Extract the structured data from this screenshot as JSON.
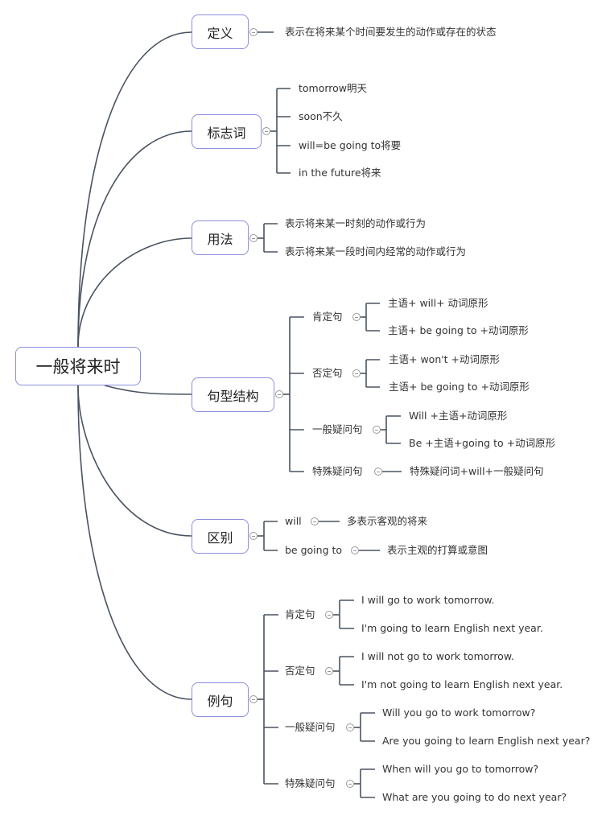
{
  "root": {
    "label": "一般将来时"
  },
  "colors": {
    "line": "#4a5361",
    "node_border": "#8c8ee0",
    "text": "#222222"
  },
  "branches": [
    {
      "id": "definition",
      "label": "定义",
      "children": [
        {
          "label": "表示在将来某个时间要发生的动作或存在的状态"
        }
      ]
    },
    {
      "id": "signal-words",
      "label": "标志词",
      "children": [
        {
          "label": "tomorrow明天"
        },
        {
          "label": "soon不久"
        },
        {
          "label": "will=be going to将要"
        },
        {
          "label": "in the future将来"
        }
      ]
    },
    {
      "id": "usage",
      "label": "用法",
      "children": [
        {
          "label": "表示将来某一时刻的动作或行为"
        },
        {
          "label": "表示将来某一段时间内经常的动作或行为"
        }
      ]
    },
    {
      "id": "sentence-structure",
      "label": "句型结构",
      "children": [
        {
          "label": "肯定句",
          "children": [
            {
              "label": "主语+ will+ 动词原形"
            },
            {
              "label": "主语+ be going to +动词原形"
            }
          ]
        },
        {
          "label": "否定句",
          "children": [
            {
              "label": "主语+ won't +动词原形"
            },
            {
              "label": "主语+ be going to +动词原形"
            }
          ]
        },
        {
          "label": "一般疑问句",
          "children": [
            {
              "label": "Will +主语+动词原形"
            },
            {
              "label": "Be +主语+going to +动词原形"
            }
          ]
        },
        {
          "label": "特殊疑问句",
          "children": [
            {
              "label": "特殊疑问词+will+一般疑问句"
            }
          ]
        }
      ]
    },
    {
      "id": "difference",
      "label": "区别",
      "children": [
        {
          "label": "will",
          "children": [
            {
              "label": "多表示客观的将来"
            }
          ]
        },
        {
          "label": "be going to",
          "children": [
            {
              "label": "表示主观的打算或意图"
            }
          ]
        }
      ]
    },
    {
      "id": "examples",
      "label": "例句",
      "children": [
        {
          "label": "肯定句",
          "children": [
            {
              "label": "I will go to work tomorrow."
            },
            {
              "label": "I'm going to learn English next year."
            }
          ]
        },
        {
          "label": "否定句",
          "children": [
            {
              "label": "I will not go to work tomorrow."
            },
            {
              "label": "I'm not going to learn English next year."
            }
          ]
        },
        {
          "label": "一般疑问句",
          "children": [
            {
              "label": "Will you go to work tomorrow?"
            },
            {
              "label": "Are you going to learn English next year?"
            }
          ]
        },
        {
          "label": "特殊疑问句",
          "children": [
            {
              "label": "When will you go to tomorrow?"
            },
            {
              "label": "What are you going to do next year?"
            }
          ]
        }
      ]
    }
  ]
}
